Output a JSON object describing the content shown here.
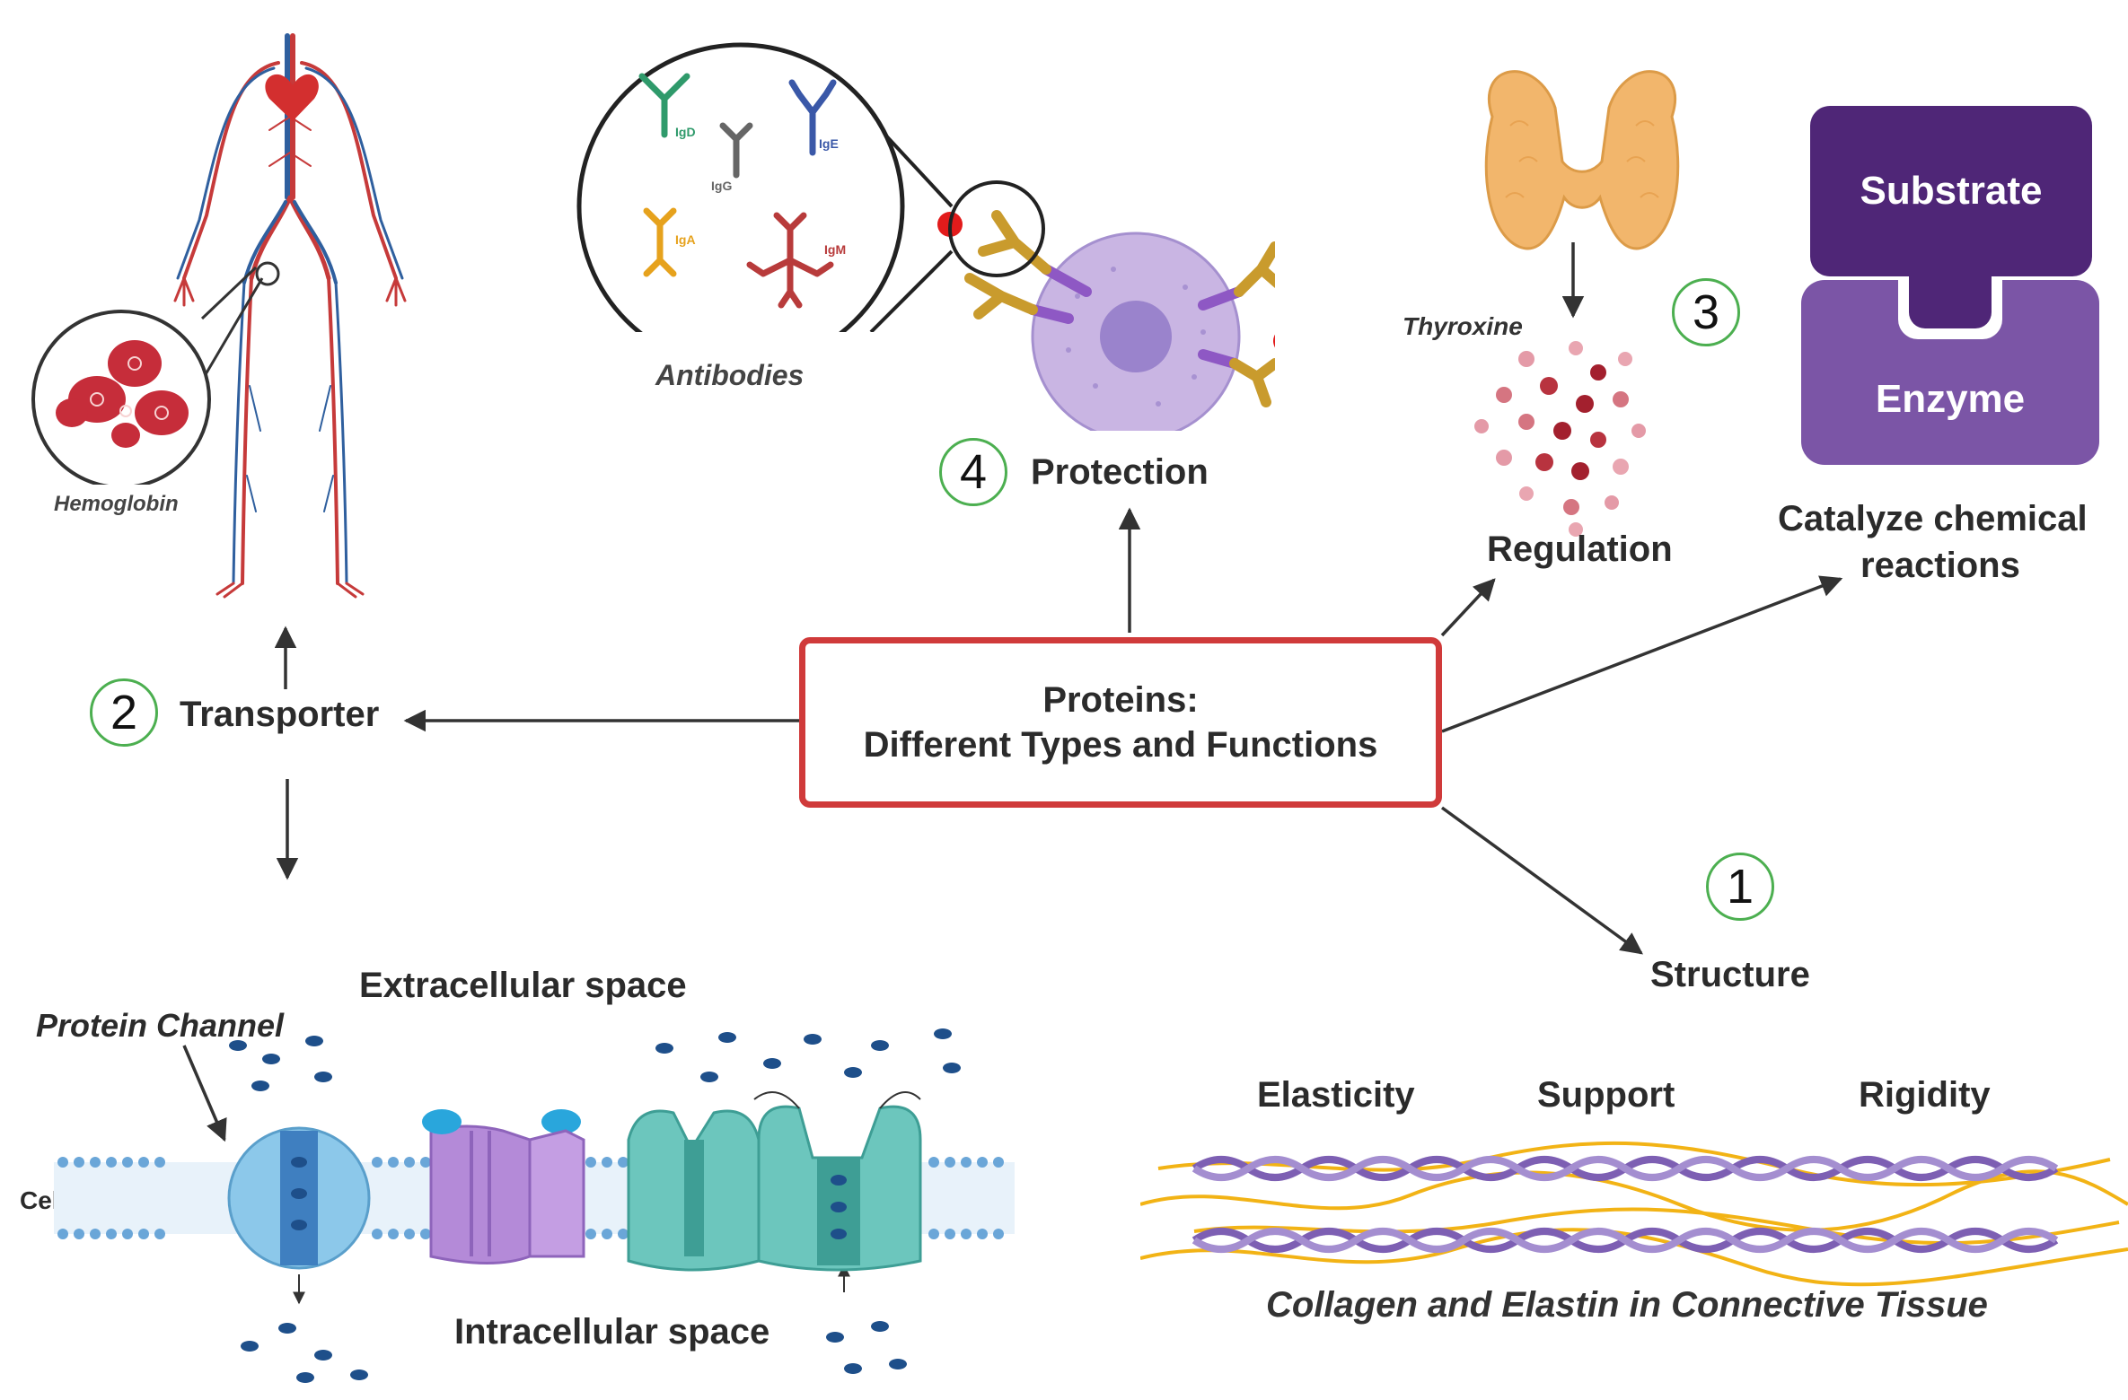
{
  "center": {
    "line1": "Proteins:",
    "line2": "Different Types and Functions"
  },
  "numbers": {
    "n1": "1",
    "n2": "2",
    "n3": "3",
    "n4": "4"
  },
  "transporter": {
    "label": "Transporter",
    "hemoglobin": "Hemoglobin"
  },
  "protection": {
    "label": "Protection",
    "antibodies": "Antibodies",
    "types": [
      "IgD",
      "IgG",
      "IgE",
      "IgA",
      "IgM"
    ]
  },
  "regulation": {
    "label": "Regulation",
    "thyroxine": "Thyroxine"
  },
  "catalysis": {
    "label_line1": "Catalyze chemical",
    "label_line2": "reactions",
    "substrate": "Substrate",
    "enzyme": "Enzyme"
  },
  "structure": {
    "label": "Structure",
    "elasticity": "Elasticity",
    "support": "Support",
    "rigidity": "Rigidity",
    "caption": "Collagen and Elastin in Connective Tissue"
  },
  "membrane": {
    "extracellular": "Extracellular space",
    "intracellular": "Intracellular space",
    "channel": "Protein Channel",
    "cell_membrane": "Cell Membrane"
  },
  "colors": {
    "center_border": "#d03a3a",
    "number_ring": "#4caf50",
    "substrate": "#4f2677",
    "enzyme": "#7b55a6",
    "thyroid": "#f2b66c",
    "channel_blue": "#8cc8ea",
    "channel_teal": "#6cc6bd",
    "channel_purple": "#b48ad8",
    "collagen_purple": "#7d5fb3",
    "fiber_yellow": "#f2b315"
  }
}
